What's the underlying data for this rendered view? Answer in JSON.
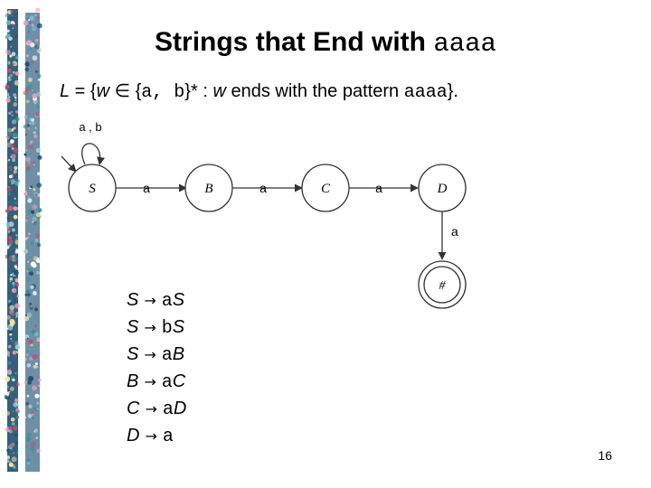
{
  "title": {
    "text": "Strings that End with ",
    "pattern": "aaaa"
  },
  "language": {
    "L": "L",
    "eq": " = {",
    "w1": "w",
    "in": " ∈ {",
    "alphabet": "a, b",
    "star": "}* : ",
    "w2": "w",
    "desc": " ends with the pattern ",
    "pattern": "aaaa",
    "close": "}."
  },
  "fsm": {
    "loop_label": "a , b",
    "states": [
      "S",
      "B",
      "C",
      "D",
      "#"
    ],
    "edges": [
      {
        "from": "S",
        "to": "B",
        "label": "a"
      },
      {
        "from": "B",
        "to": "C",
        "label": "a"
      },
      {
        "from": "C",
        "to": "D",
        "label": "a"
      },
      {
        "from": "D",
        "to": "#",
        "label": "a"
      }
    ]
  },
  "rules": [
    {
      "lhs": "S",
      "terminal": "a",
      "nonterminal": "S"
    },
    {
      "lhs": "S",
      "terminal": "b",
      "nonterminal": "S"
    },
    {
      "lhs": "S",
      "terminal": "a",
      "nonterminal": "B"
    },
    {
      "lhs": "B",
      "terminal": "a",
      "nonterminal": "C"
    },
    {
      "lhs": "C",
      "terminal": "a",
      "nonterminal": "D"
    },
    {
      "lhs": "D",
      "terminal": "a",
      "nonterminal": ""
    }
  ],
  "arrow_symbol": "→",
  "page_number": "16",
  "colors": {
    "strip_base": "#2e6d7a",
    "node_stroke": "#333333"
  }
}
